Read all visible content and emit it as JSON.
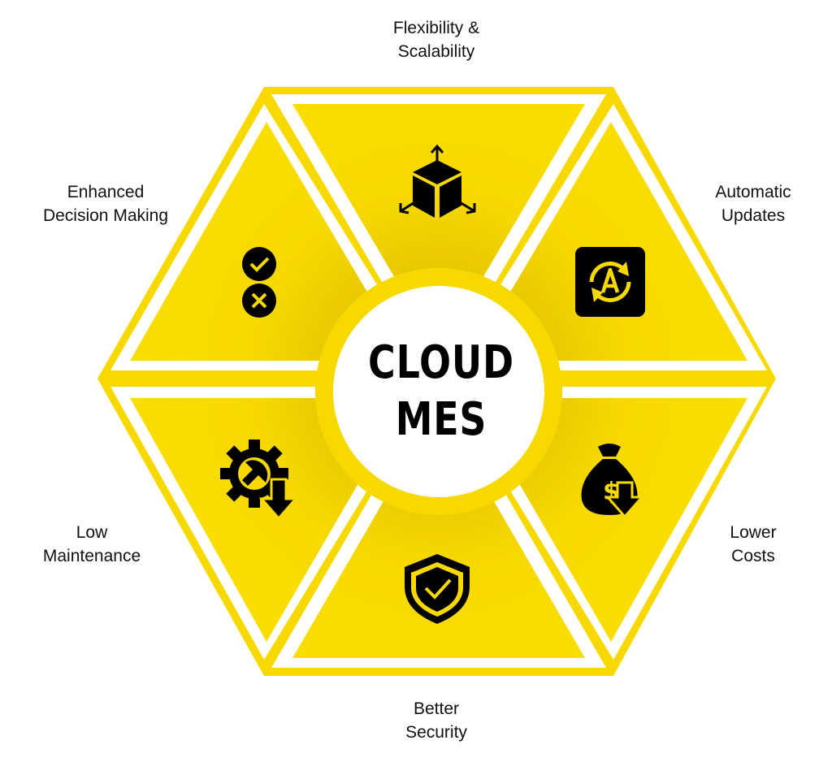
{
  "center": {
    "line1": "CLOUD",
    "line2": "MES"
  },
  "segments": [
    {
      "position": "top",
      "line1": "Flexibility &",
      "line2": "Scalability",
      "icon": "cube-arrows-icon"
    },
    {
      "position": "top-right",
      "line1": "Automatic",
      "line2": "Updates",
      "icon": "auto-update-icon"
    },
    {
      "position": "bottom-right",
      "line1": "Lower",
      "line2": "Costs",
      "icon": "money-bag-down-icon"
    },
    {
      "position": "bottom",
      "line1": "Better",
      "line2": "Security",
      "icon": "shield-check-icon"
    },
    {
      "position": "bottom-left",
      "line1": "Low",
      "line2": "Maintenance",
      "icon": "gear-wrench-down-icon"
    },
    {
      "position": "top-left",
      "line1": "Enhanced",
      "line2": "Decision Making",
      "icon": "check-cross-icon"
    }
  ],
  "colors": {
    "yellow": "#f7d900",
    "yellow_dark": "#d9b800",
    "ink": "#000000",
    "white": "#ffffff"
  }
}
